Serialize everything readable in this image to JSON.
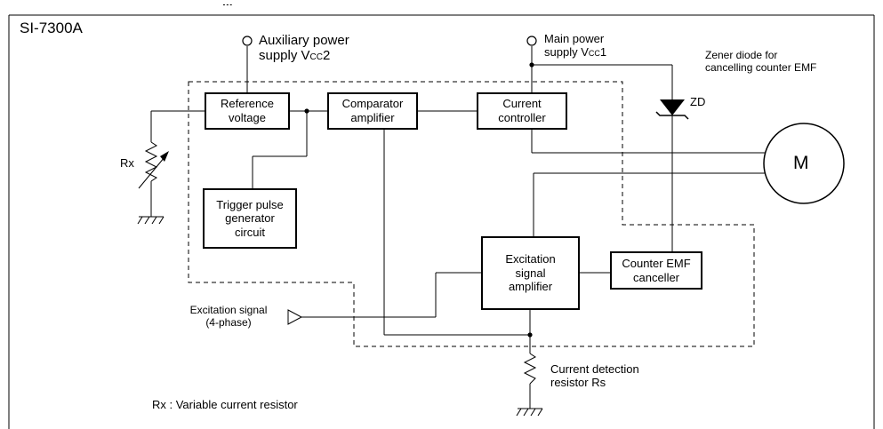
{
  "header_fragment": "...",
  "model": "SI-7300A",
  "aux_power": {
    "line1": "Auxiliary power",
    "line2_prefix": "supply V",
    "line2_sub": "CC",
    "line2_suffix": "2"
  },
  "main_power": {
    "line1": "Main power",
    "line2_prefix": "supply V",
    "line2_sub": "CC",
    "line2_suffix": "1"
  },
  "zener_note": {
    "line1": "Zener diode for",
    "line2": "cancelling counter EMF"
  },
  "zd_label": "ZD",
  "rx_label": "Rx",
  "motor_label": "M",
  "blocks": {
    "reference": "Reference\nvoltage",
    "comparator": "Comparator\namplifier",
    "current_ctrl": "Current\ncontroller",
    "trigger": "Trigger pulse\ngenerator\ncircuit",
    "excitation_amp": "Excitation\nsignal\namplifier",
    "counter_emf": "Counter EMF\ncanceller"
  },
  "excitation_input": {
    "line1": "Excitation signal",
    "line2": "(4-phase)"
  },
  "current_detection": {
    "line1": "Current detection",
    "line2": "resistor Rs"
  },
  "rx_note": "Rx : Variable current resistor"
}
